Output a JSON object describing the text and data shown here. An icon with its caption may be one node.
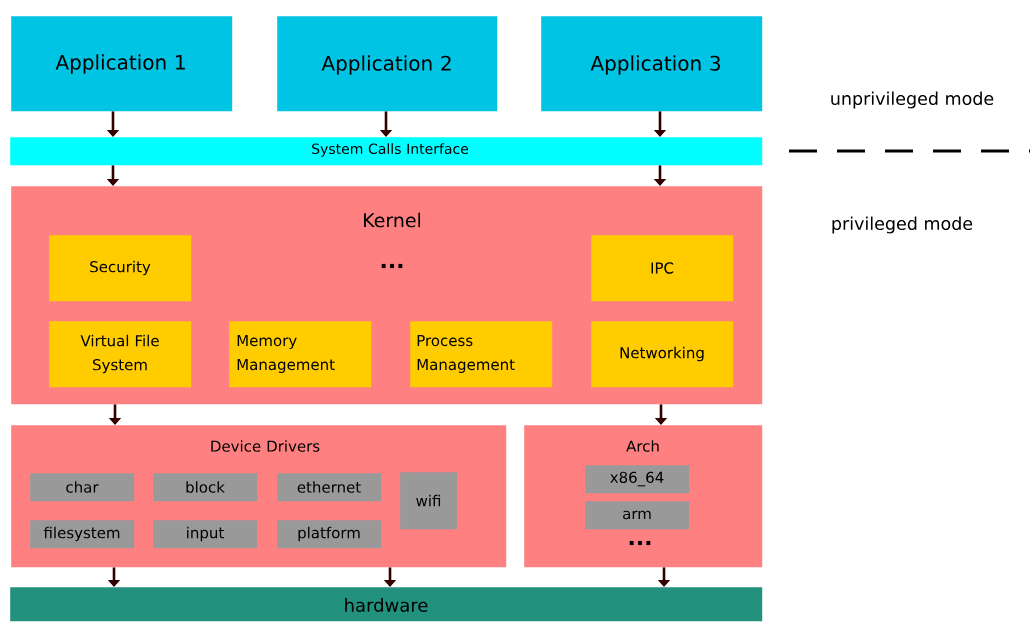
{
  "diagram": {
    "nodes": [
      {
        "text": [
          "Application 1"
        ]
      },
      {
        "text": [
          "Application 2"
        ]
      },
      {
        "text": [
          "Application 3"
        ]
      },
      {
        "text": [
          "System Calls Interface"
        ]
      },
      {
        "text": [
          "Kernel",
          "..."
        ]
      },
      {
        "text": [
          "Security"
        ],
        "in": 4
      },
      {
        "text": [
          "IPC"
        ],
        "in": 4
      },
      {
        "text": [
          "Virtual File System"
        ],
        "in": 4
      },
      {
        "text": [
          "Memory Management"
        ],
        "in": 4
      },
      {
        "text": [
          "Process Management"
        ],
        "in": 4
      },
      {
        "text": [
          "Networking"
        ],
        "in": 4
      },
      {
        "text": [
          "Device Drivers"
        ]
      },
      {
        "text": [
          "char"
        ],
        "in": 11
      },
      {
        "text": [
          "block"
        ],
        "in": 11
      },
      {
        "text": [
          "ethernet"
        ],
        "in": 11
      },
      {
        "text": [
          "wifi"
        ],
        "in": 11
      },
      {
        "text": [
          "filesystem"
        ],
        "in": 11
      },
      {
        "text": [
          "input"
        ],
        "in": 11
      },
      {
        "text": [
          "platform"
        ],
        "in": 11
      },
      {
        "text": [
          "Arch",
          "..."
        ]
      },
      {
        "text": [
          "x86_64"
        ],
        "in": 19
      },
      {
        "text": [
          "arm"
        ],
        "in": 19
      },
      {
        "text": [
          "hardware"
        ]
      }
    ],
    "edges": [
      {
        "from": 0,
        "to": 3,
        "arrow": "to"
      },
      {
        "from": 1,
        "to": 3,
        "arrow": "to"
      },
      {
        "from": 2,
        "to": 3,
        "arrow": "to"
      },
      {
        "from": 3,
        "to": 4,
        "arrow": "to"
      },
      {
        "from": 3,
        "to": 4,
        "arrow": "to"
      },
      {
        "from": 4,
        "to": 11,
        "arrow": "to"
      },
      {
        "from": 4,
        "to": 19,
        "arrow": "to"
      },
      {
        "from": 11,
        "to": 22,
        "arrow": "to"
      },
      {
        "from": 11,
        "to": 22,
        "arrow": "to"
      },
      {
        "from": 19,
        "to": 22,
        "arrow": "to"
      }
    ],
    "labels": [
      "unprivileged mode",
      "privileged mode"
    ]
  }
}
